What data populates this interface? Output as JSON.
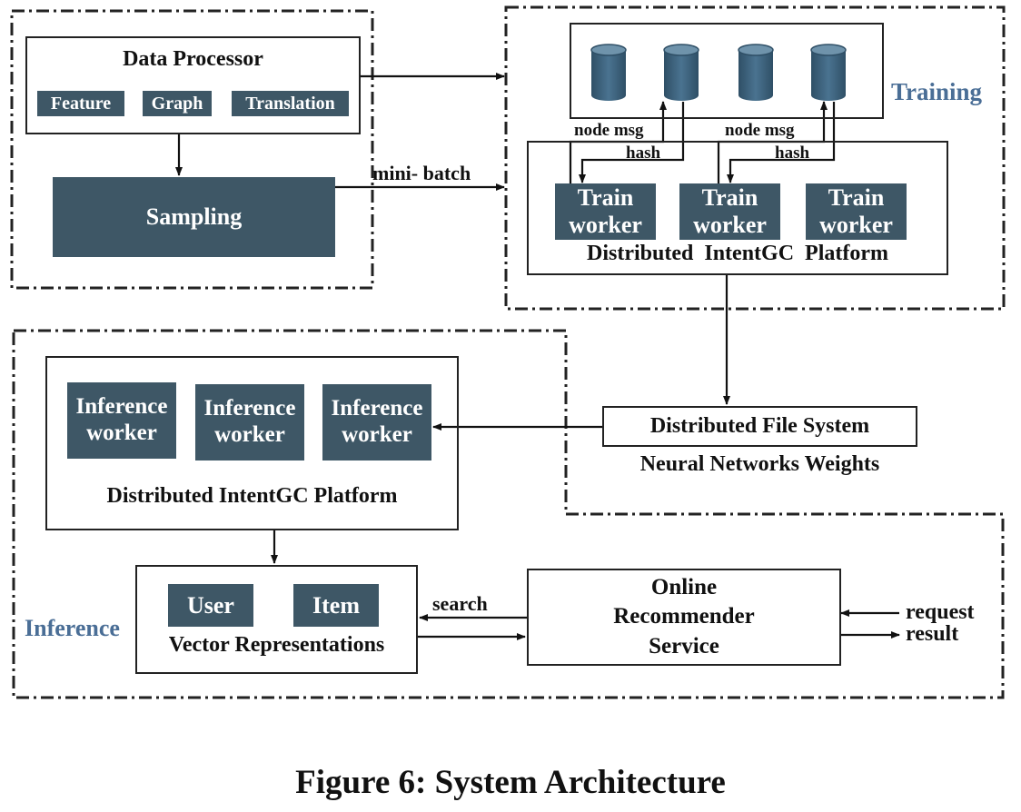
{
  "data_processor": {
    "title": "Data Processor",
    "chips": [
      "Feature",
      "Graph",
      "Translation"
    ]
  },
  "sampling": {
    "label": "Sampling"
  },
  "edges": {
    "mini_batch": "mini- batch",
    "node_msg": "node msg",
    "hash": "hash",
    "search": "search",
    "request": "request",
    "result": "result"
  },
  "training": {
    "region_label": "Training",
    "workers": [
      "Train\nworker",
      "Train\nworker",
      "Train\nworker"
    ],
    "platform_label": "Distributed  IntentGC  Platform"
  },
  "dfs": {
    "label": "Distributed File System",
    "caption": "Neural Networks Weights"
  },
  "inference": {
    "region_label": "Inference",
    "workers": [
      "Inference\nworker",
      "Inference\nworker",
      "Inference\nworker"
    ],
    "platform_label": "Distributed IntentGC Platform"
  },
  "vectors": {
    "user": "User",
    "item": "Item",
    "caption": "Vector Representations"
  },
  "recommender": {
    "label": "Online\nRecommender\nService"
  },
  "figure_caption": "Figure 6: System Architecture",
  "colors": {
    "dark_fill": "#3e5766",
    "cylinder": "#3c5f78",
    "region_label": "#4a6e96"
  }
}
